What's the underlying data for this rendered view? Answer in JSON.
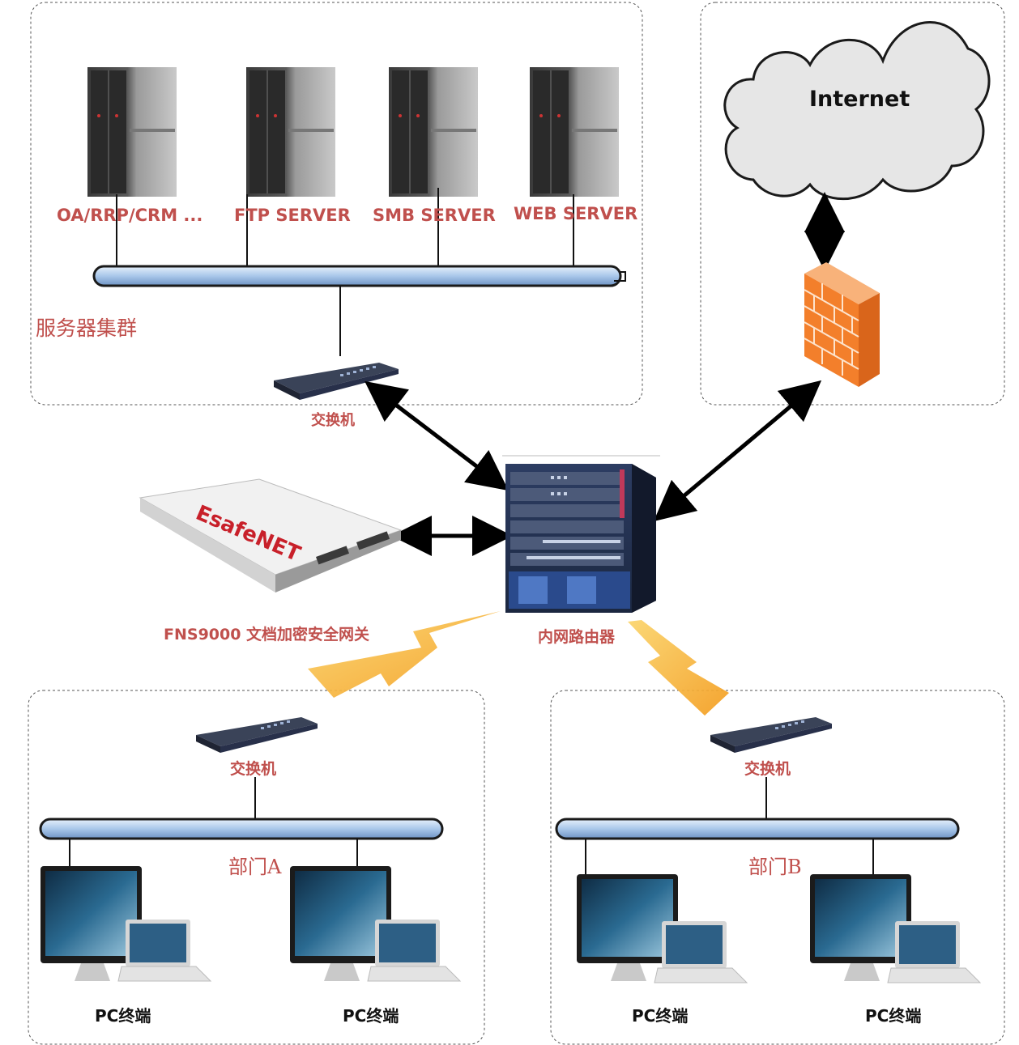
{
  "colors": {
    "label_red": "#c0504d",
    "bus_fill": "#b9d3ef",
    "bus_stroke": "#1a1a1a",
    "firewall_orange": "#f37f2b",
    "cloud_fill": "#e6e6e6",
    "lightning_yellow": "#f5b533"
  },
  "server_cluster": {
    "region_label": "服务器集群",
    "servers": [
      {
        "label": "OA/RRP/CRM ..."
      },
      {
        "label": "FTP SERVER"
      },
      {
        "label": "SMB SERVER"
      },
      {
        "label": "WEB SERVER"
      }
    ],
    "switch_label": "交换机"
  },
  "internet_zone": {
    "cloud_label": "Internet"
  },
  "core": {
    "router_label": "内网路由器",
    "gateway_label": "FNS9000 文档加密安全网关",
    "gateway_brand": "EsafeNET"
  },
  "departments": [
    {
      "region_label": "部门A",
      "switch_label": "交换机",
      "terminals": [
        {
          "label": "PC终端"
        },
        {
          "label": "PC终端"
        }
      ]
    },
    {
      "region_label": "部门B",
      "switch_label": "交换机",
      "terminals": [
        {
          "label": "PC终端"
        },
        {
          "label": "PC终端"
        }
      ]
    }
  ]
}
